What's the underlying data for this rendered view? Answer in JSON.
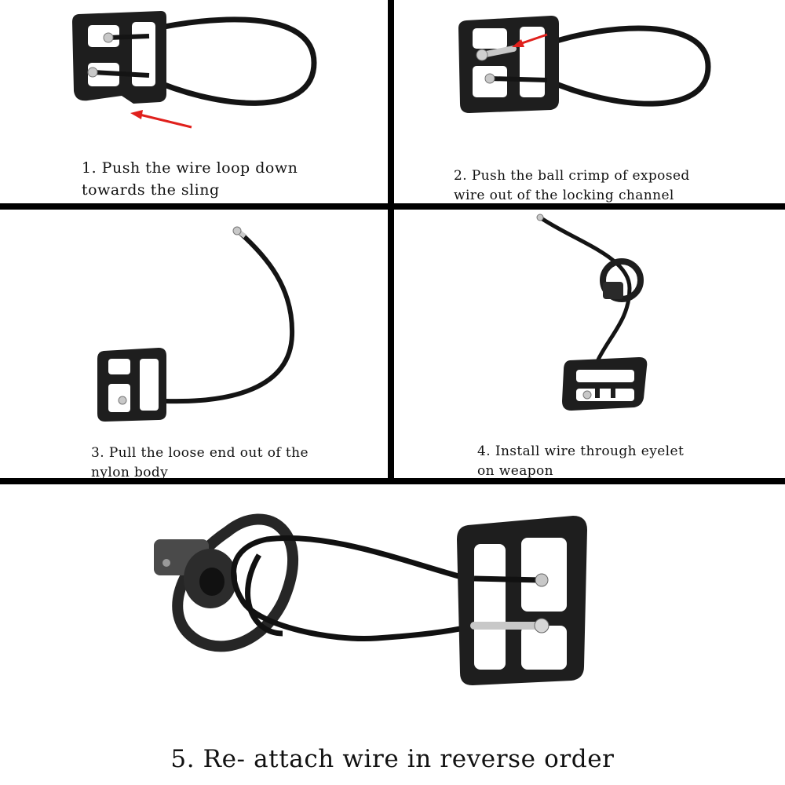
{
  "steps": [
    {
      "line1": "1. Push the wire loop down",
      "line2": "towards the sling"
    },
    {
      "line1": "2. Push the ball crimp of exposed",
      "line2": "wire out of the locking channel"
    },
    {
      "line1": "3. Pull the loose end out of the",
      "line2": "nylon body"
    },
    {
      "line1": "4. Install wire through eyelet",
      "line2": "on weapon"
    },
    {
      "line1": "5. Re- attach wire in reverse order"
    }
  ],
  "colors": {
    "divider": "#000000",
    "arrow": "#e0201c",
    "buckle": "#1a1a1a",
    "wire": "#141414",
    "metal": "#c8c8c8"
  }
}
